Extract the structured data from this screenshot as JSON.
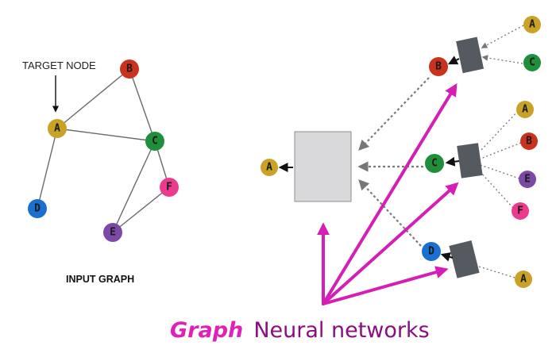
{
  "colors": {
    "A": "#c9a227",
    "B": "#c8321e",
    "C": "#1f8f3a",
    "D": "#1a6fd0",
    "E": "#7c4aa6",
    "F": "#ec3b8c",
    "magenta": "#d51eb6",
    "dark_box": "#555a60",
    "light_box": "#d9d9dc",
    "edge": "#6a6a6a",
    "title_graph": "#e020b8",
    "title_rest": "#8a0e82"
  },
  "input_graph": {
    "target_label": "TARGET NODE",
    "caption": "INPUT GRAPH",
    "nodes": {
      "A": "A",
      "B": "B",
      "C": "C",
      "D": "D",
      "E": "E",
      "F": "F"
    }
  },
  "computation_graph": {
    "output_node": "A",
    "level1": {
      "B": "B",
      "C": "C",
      "D": "D"
    },
    "level2": {
      "b_A": "A",
      "b_C": "C",
      "c_A": "A",
      "c_B": "B",
      "c_E": "E",
      "c_F": "F",
      "d_A": "A"
    }
  },
  "title": {
    "graph": "Graph",
    "rest": "Neural networks"
  }
}
